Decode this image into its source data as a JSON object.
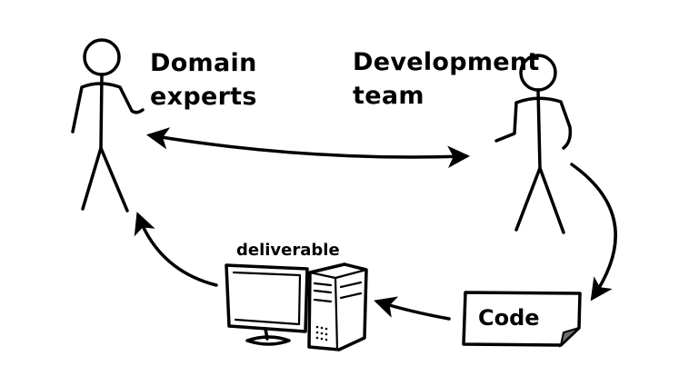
{
  "diagram": {
    "actors": {
      "domain_experts": {
        "line1": "Domain",
        "line2": "experts"
      },
      "development_team": {
        "line1": "Development",
        "line2": "team"
      }
    },
    "artifacts": {
      "deliverable": {
        "label": "deliverable"
      },
      "code": {
        "label": "Code"
      }
    },
    "colors": {
      "ink": "#000000",
      "paper": "#ffffff",
      "page_fold": "#6e6e6e"
    }
  }
}
